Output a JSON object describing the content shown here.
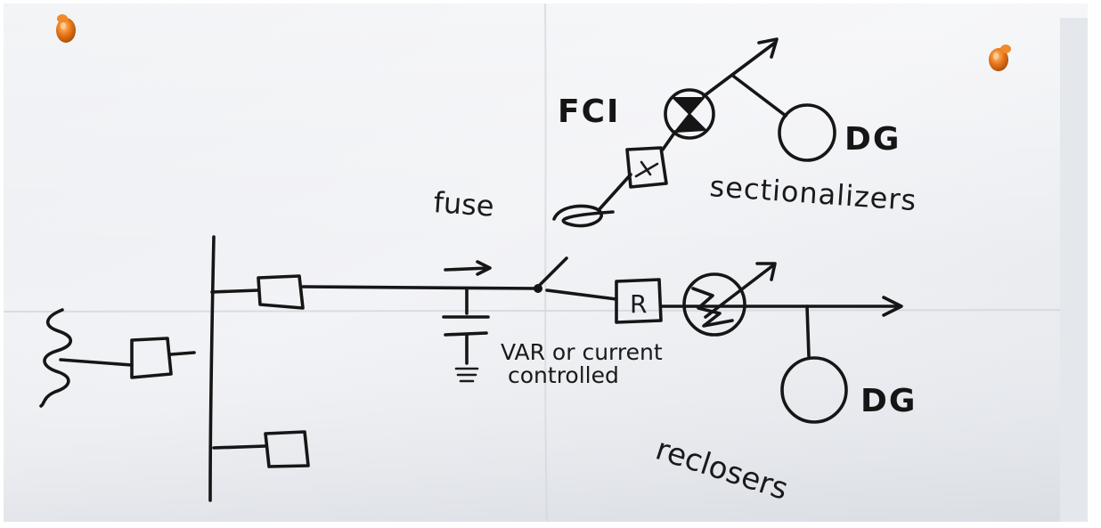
{
  "labels": {
    "fci": "FCI",
    "dg_top": "DG",
    "dg_bottom": "DG",
    "fuse": "fuse",
    "sectionalizers": "sectionalizers",
    "var_line1": "VAR or current",
    "var_line2": "controlled",
    "reclosers": "reclosers",
    "recloser_box": "R"
  },
  "colors": {
    "paper_light": "#eff1f4",
    "paper_mid": "#dfe3e9",
    "ink": "#161616",
    "pin": "#e0700f",
    "pin_highlight": "#ffb25c",
    "border": "#ffffff"
  },
  "icons": [
    "push-pin-icon",
    "source-coil-icon",
    "capacitor-icon",
    "ground-icon",
    "switch-icon",
    "fci-indicator-icon",
    "sectionalizer-icon",
    "fuse-icon",
    "surge-arrester-icon",
    "arrow-icon"
  ]
}
